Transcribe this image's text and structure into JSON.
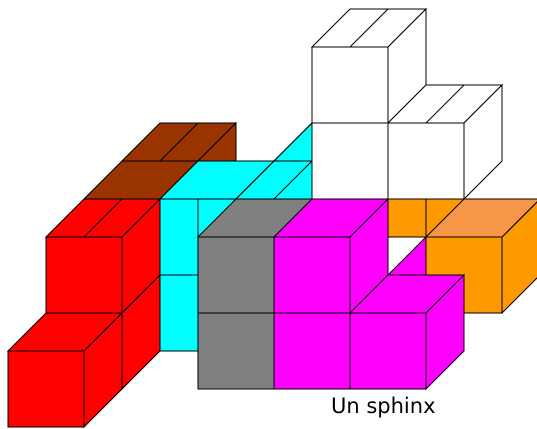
{
  "caption": "Un sphinx",
  "cube_size_note": "units",
  "pieces": [
    {
      "name": "brown-piece",
      "face": "#993300",
      "top": "#993300",
      "side": "#993300",
      "cubes": [
        [
          0,
          2,
          3
        ],
        [
          1,
          2,
          3
        ]
      ]
    },
    {
      "name": "cyan-piece",
      "face": "#00ffff",
      "top": "#00ffff",
      "side": "#00ffff",
      "cubes": [
        [
          2,
          2,
          2
        ],
        [
          2,
          1,
          2
        ],
        [
          3,
          2,
          2
        ],
        [
          3,
          1,
          2
        ],
        [
          2,
          1,
          1
        ],
        [
          2,
          0,
          1
        ],
        [
          4,
          2,
          3
        ]
      ]
    },
    {
      "name": "white-piece",
      "face": "#ffffff",
      "top": "#ffffff",
      "side": "#ffffff",
      "cubes": [
        [
          5,
          3,
          3
        ],
        [
          5,
          2,
          3
        ],
        [
          6,
          2,
          3
        ],
        [
          5,
          1,
          3
        ]
      ]
    },
    {
      "name": "red-piece",
      "face": "#ff0000",
      "top": "#ff0000",
      "side": "#ff0000",
      "cubes": [
        [
          0,
          2,
          1
        ],
        [
          1,
          2,
          1
        ],
        [
          1,
          1,
          1
        ],
        [
          0,
          1,
          0
        ],
        [
          1,
          1,
          0
        ],
        [
          1,
          0,
          0
        ],
        [
          0,
          0,
          0
        ]
      ]
    },
    {
      "name": "orange-piece",
      "face": "#ff9900",
      "top": "#ff9900",
      "side": "#ff9900",
      "cubes": [
        [
          7,
          1,
          2
        ],
        [
          7,
          2,
          2
        ],
        [
          8,
          1,
          1
        ]
      ]
    },
    {
      "name": "light-orange-piece",
      "face": "#f79646",
      "top": "#f79646",
      "side": "#f79646",
      "cubes": [
        [
          8,
          2,
          1
        ]
      ]
    },
    {
      "name": "gray-piece",
      "face": "#808080",
      "top": "#808080",
      "side": "#808080",
      "cubes": [
        [
          3,
          1,
          0
        ],
        [
          3,
          0,
          0
        ],
        [
          4,
          2,
          1
        ]
      ]
    },
    {
      "name": "magenta-piece",
      "face": "#ff00ff",
      "top": "#ff00ff",
      "side": "#ff00ff",
      "cubes": [
        [
          5,
          1,
          1
        ],
        [
          4,
          1,
          0
        ],
        [
          5,
          0,
          0
        ],
        [
          6,
          0,
          0
        ],
        [
          6,
          1,
          0
        ]
      ]
    }
  ]
}
